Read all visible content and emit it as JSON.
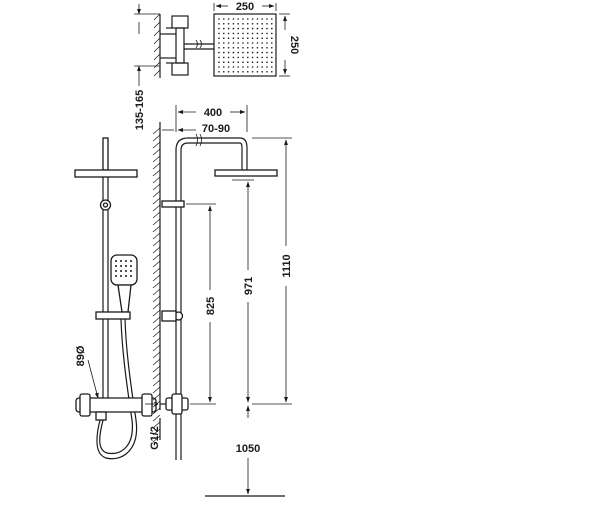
{
  "dimensions": {
    "head_width": "250",
    "head_depth": "250",
    "wall_distance": "135-165",
    "arm_length": "400",
    "arm_offset": "70-90",
    "total_height": "1110",
    "head_height": "971",
    "slide_height": "825",
    "floor_height": "1050",
    "inlet_thread": "G1/2",
    "hose_diameter": "89Ø"
  }
}
